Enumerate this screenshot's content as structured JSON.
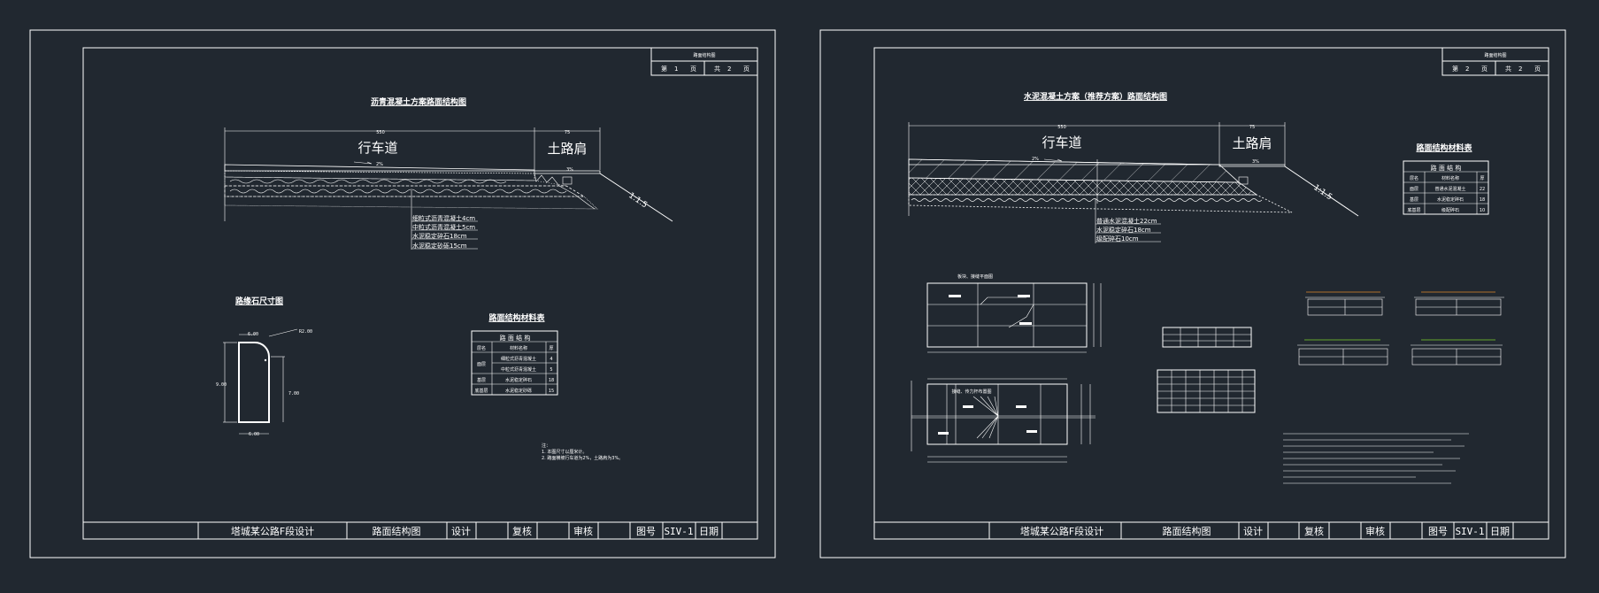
{
  "colors": {
    "background": "#212830",
    "lines": "#ffffff",
    "accent_green": "#7bd12b",
    "accent_orange": "#e08a2a"
  },
  "sheet1": {
    "title": "沥青混凝土方案路面结构图",
    "page_header": "路面结构图",
    "page_no": [
      "第",
      "1",
      "页",
      "共",
      "2",
      "页"
    ],
    "dim_top": "550",
    "dim_shoulder": "75",
    "carriageway": "行车道",
    "shoulder": "土路肩",
    "slope_cw": "2%",
    "slope_sh": "3%",
    "slope_ratio": "1:1.5",
    "layers": [
      "细粒式沥青混凝土4cm",
      "中粒式沥青混凝土5cm",
      "水泥稳定碎石18cm",
      "水泥稳定砂砾15cm"
    ],
    "curb_title": "路缘石尺寸图",
    "curb_dims": {
      "top": "6.00",
      "radius": "R2.00",
      "height_left": "9.00",
      "height_right": "7.00",
      "bottom": "6.00"
    },
    "table_title": "路面结构材料表",
    "table_header": "路 面 结 构",
    "table_rows": [
      [
        "层名",
        "材料名称",
        "厚"
      ],
      [
        "面层",
        "细粒式沥青混凝土",
        "4"
      ],
      [
        "",
        "中粒式沥青混凝土",
        "5"
      ],
      [
        "基层",
        "水泥稳定碎石",
        "18"
      ],
      [
        "底基层",
        "水泥稳定砂砾",
        "15"
      ]
    ],
    "notes": [
      "注：",
      "1. 本图尺寸以厘米计。",
      "2. 路面横坡行车道为2%，土路肩为3%。"
    ]
  },
  "sheet2": {
    "title": "水泥混凝土方案（推荐方案）路面结构图",
    "page_header": "路面结构图",
    "page_no": [
      "第",
      "2",
      "页",
      "共",
      "2",
      "页"
    ],
    "dim_top": "550",
    "dim_shoulder": "75",
    "carriageway": "行车道",
    "shoulder": "土路肩",
    "slope_cw": "2%",
    "slope_sh": "3%",
    "slope_ratio": "1:1.5",
    "layers": [
      "普通水泥混凝土22cm",
      "水泥稳定碎石18cm",
      "级配碎石10cm"
    ],
    "table_title": "路面结构材料表",
    "table_header": "路 面 结 构",
    "table_rows": [
      [
        "层名",
        "材料名称",
        "厚"
      ],
      [
        "面层",
        "普通水泥混凝土",
        "22"
      ],
      [
        "基层",
        "水泥稳定碎石",
        "18"
      ],
      [
        "底基层",
        "级配碎石",
        "10"
      ]
    ],
    "plan_title": "板块、接缝平面图",
    "detail_title": "接缝、传力杆布置图"
  },
  "title_block": {
    "project": "塔城某公路F段设计",
    "drawing": "路面结构图",
    "design": "设计",
    "review": "复核",
    "approve": "审核",
    "fig_no_label": "图号",
    "fig_no": "SIV-1",
    "date": "日期"
  }
}
